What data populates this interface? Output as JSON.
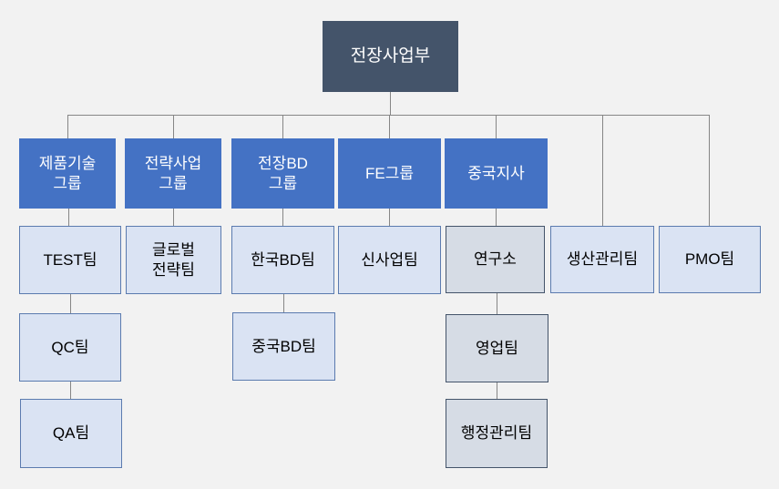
{
  "colors": {
    "background": "#F2F2F2",
    "root_fill": "#44546A",
    "root_text": "#FFFFFF",
    "group_fill": "#4472C4",
    "group_text": "#FFFFFF",
    "team_fill": "#DAE3F3",
    "team_border": "#5B7BAF",
    "gray_fill": "#D6DCE5",
    "gray_border": "#44546A",
    "connector_line": "#868686",
    "team_text": "#000000"
  },
  "org": {
    "root": "전장사업부",
    "columns": [
      {
        "group": "제품기술\n그룹",
        "teams": [
          "TEST팀",
          "QC팀",
          "QA팀"
        ]
      },
      {
        "group": "전략사업\n그룹",
        "teams": [
          "글로벌\n전략팀"
        ]
      },
      {
        "group": "전장BD\n그룹",
        "teams": [
          "한국BD팀",
          "중국BD팀"
        ]
      },
      {
        "group": "FE그룹",
        "teams": [
          "신사업팀"
        ]
      },
      {
        "group": "중국지사",
        "teams": [
          "연구소",
          "영업팀",
          "행정관리팀"
        ]
      },
      {
        "group": "",
        "teams": [
          "생산관리팀"
        ]
      },
      {
        "group": "",
        "teams": [
          "PMO팀"
        ]
      }
    ]
  }
}
